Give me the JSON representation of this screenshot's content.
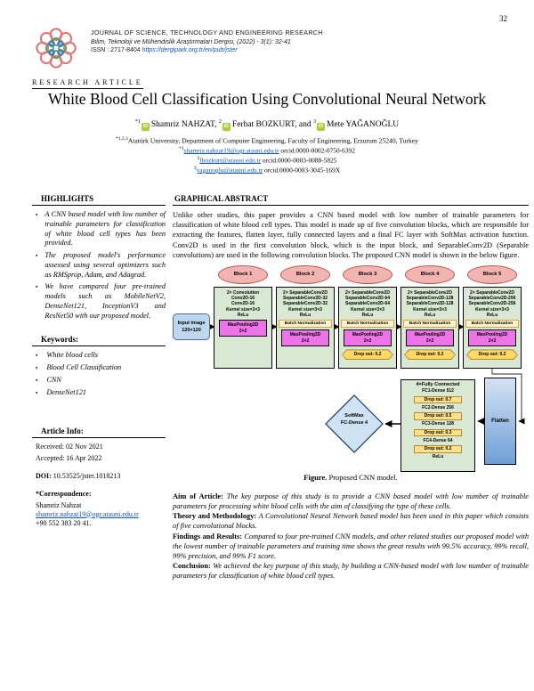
{
  "page_number": "32",
  "header": {
    "journal_name": "JOURNAL OF SCIENCE, TECHNOLOGY AND ENGINEERING RESEARCH",
    "journal_subtitle": "Bilim, Teknoloji ve Mühendislik Araştırmaları Dergisi, (2022) - 3(1): 32-41",
    "issn_label": "ISSN : 2717-8404",
    "issn_link": "https://dergipark.org.tr/en/pub/jster",
    "article_type": "RESEARCH ARTICLE"
  },
  "title": "White Blood Cell Classification Using Convolutional Neural Network",
  "authors": [
    {
      "sup": "*1",
      "icon": "iD",
      "name": "Shamriz NAHZAT,"
    },
    {
      "sup": "2",
      "icon": "iD",
      "name": "Ferhat BOZKURT, and"
    },
    {
      "sup": "3",
      "icon": "iD",
      "name": "Mete YAĞANOĞLU"
    }
  ],
  "affiliation": {
    "sup": "*1,2,3",
    "text": "Atatürk University, Department of Computer Engineering, Faculty of Engineering, Erzurum 25240, Turkey"
  },
  "contacts": [
    {
      "sup": "*1",
      "email": "shamriz.nahzat19@ogr.atauni.edu.tr",
      "orcid": "orcid.0000-0002-0750-6392"
    },
    {
      "sup": "2",
      "email": "fbozkurt@atauni.edu.tr",
      "orcid": "orcid.0000-0003-0088-5825"
    },
    {
      "sup": "3",
      "email": "yaganoglu@atauni.edu.tr",
      "orcid": "orcid.0000-0003-3045-169X"
    }
  ],
  "highlights": {
    "heading": "HIGHLIGHTS",
    "items": [
      "A CNN based model with low number of trainable parameters for classification of white blood cell types has been provided.",
      "The proposed model's performance assessed using several optimizers such as RMSprop, Adam, and Adagrad.",
      "We have compared four pre-trained models such as MobileNetV2, DenseNet121, InceptionV3 and ResNet50 with our proposed model."
    ]
  },
  "keywords": {
    "heading": "Keywords:",
    "items": [
      "White blood cells",
      "Blood Cell Classification",
      "CNN",
      "DenseNet121"
    ]
  },
  "article_info": {
    "heading": "Article Info:",
    "received": "Received: 02 Nov 2021",
    "accepted": "Accepted: 16 Apr 2022",
    "doi_label": "DOI:",
    "doi_value": "10.53525/jster.1018213",
    "correspondence_heading": "*Correspondence:",
    "correspondent": "Shamriz Nahzat",
    "email": "shamriz.nahzat19@ogr.atauni.edu.tr",
    "phone": "+90 552 383 20 41."
  },
  "graphical_abstract": {
    "heading": "GRAPHICAL ABSTRACT",
    "text": "Unlike other studies, this paper provides a CNN based model with low number of trainable parameters for classification of white blood cell types. This model is made up of five convolution blocks, which are responsible for extracting the features, flatten layer, fully connected layers and a final FC layer with SoftMax activation function.  Conv2D is used in the first convolution block, which is the input block, and SeparableConv2D (Separable convolutions) are used in the following convolution blocks.  The proposed CNN model is shown in the below figure."
  },
  "figure": {
    "input_line1": "Input image",
    "input_line2": "120×120",
    "blocks": [
      {
        "name": "Block 1",
        "l1": "2× Convolution",
        "l2": "Conv2D-16",
        "l3": "Conv2D-16",
        "l4": "Kernel size=3×3",
        "l5": "ReLu",
        "bn": "",
        "mp1": "MaxPooling2D",
        "mp2": "2×2",
        "drop": ""
      },
      {
        "name": "Block 2",
        "l1": "2× SeparableConv2D",
        "l2": "SeparableConv2D-32",
        "l3": "SeparableConv2D-32",
        "l4": "Kernel size=3×3",
        "l5": "ReLu",
        "bn": "Batch Normalization",
        "mp1": "MaxPooling2D",
        "mp2": "2×2",
        "drop": ""
      },
      {
        "name": "Block 3",
        "l1": "2× SeparableConv2D",
        "l2": "SeparableConv2D-64",
        "l3": "SeparableConv2D-64",
        "l4": "Kernel size=3×3",
        "l5": "ReLu",
        "bn": "Batch Normalization",
        "mp1": "MaxPooling2D",
        "mp2": "2×2",
        "drop": "Drop out: 0.2"
      },
      {
        "name": "Block 4",
        "l1": "2× SeparableConv2D",
        "l2": "SeparableConv2D-128",
        "l3": "SeparableConv2D-128",
        "l4": "Kernel size=3×3",
        "l5": "ReLu",
        "bn": "Batch Normalization",
        "mp1": "MaxPooling2D",
        "mp2": "2×2",
        "drop": "Drop out: 0.2"
      },
      {
        "name": "Block 5",
        "l1": "2× SeparableConv2D",
        "l2": "SeparableConv2D-256",
        "l3": "SeparableConv2D-256",
        "l4": "Kernel size=3×3",
        "l5": "ReLu",
        "bn": "Batch Normalization",
        "mp1": "MaxPooling2D",
        "mp2": "2×2",
        "drop": "Drop out: 0.2"
      }
    ],
    "flatten_label": "Flatten",
    "fc_title": "4×Fully Connected",
    "fc_rows": [
      "FC1-Dense 512",
      "Drop out: 0.7",
      "FC2-Dense 256",
      "Drop out: 0.5",
      "FC3-Dense 128",
      "Drop out: 0.3",
      "FC4-Dense 64",
      "Drop out: 0.2",
      "ReLu"
    ],
    "softmax_line1": "SoftMax",
    "softmax_line2": "FC-Dense 4",
    "caption_label": "Figure.",
    "caption_text": "Proposed CNN model."
  },
  "abstract_sections": [
    {
      "label": "Aim of Article:",
      "text": "The key purpose of this study is to provide a CNN based model with low number of trainable parameters for processing white blood cells with the aim of classifying the type of these cells."
    },
    {
      "label": "Theory and Methodology:",
      "text": "A Convolutional Neural Network based model has been used in this paper which consists of five convolutional blocks."
    },
    {
      "label": "Findings and Results:",
      "text": "Compared to four pre-trained CNN models, and other related studies our proposed model with the lowest number of trainable parameters and training time shows the great results with 99.5% accuracy, 99% recall, 99% precision, and 99% F1 score."
    },
    {
      "label": "Conclusion:",
      "text": "We achieved the key purpose of this study, by building a CNN-based model with low number of trainable parameters for classification of white blood cell types."
    }
  ],
  "colors": {
    "link_blue": "#1155cc",
    "orcid_green": "#a6ce39",
    "block_green": "#d9e8d2",
    "pool_magenta": "#ee72e8",
    "batchnorm_cream": "#fdf3d0",
    "dropout_yellow": "#ffd966",
    "input_blue": "#bdd7ee",
    "ellipse_pink": "#f2b4b0",
    "flatten_blue": "#6f9ed6",
    "softmax_blue": "#cfe2f3"
  }
}
